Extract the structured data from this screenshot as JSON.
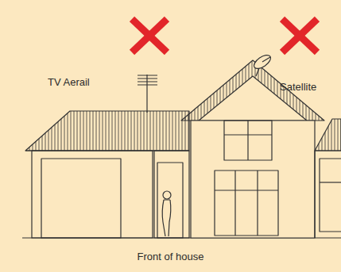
{
  "diagram": {
    "caption": "Front of house",
    "labels": [
      "TV Aerail",
      "Satellite"
    ]
  }
}
